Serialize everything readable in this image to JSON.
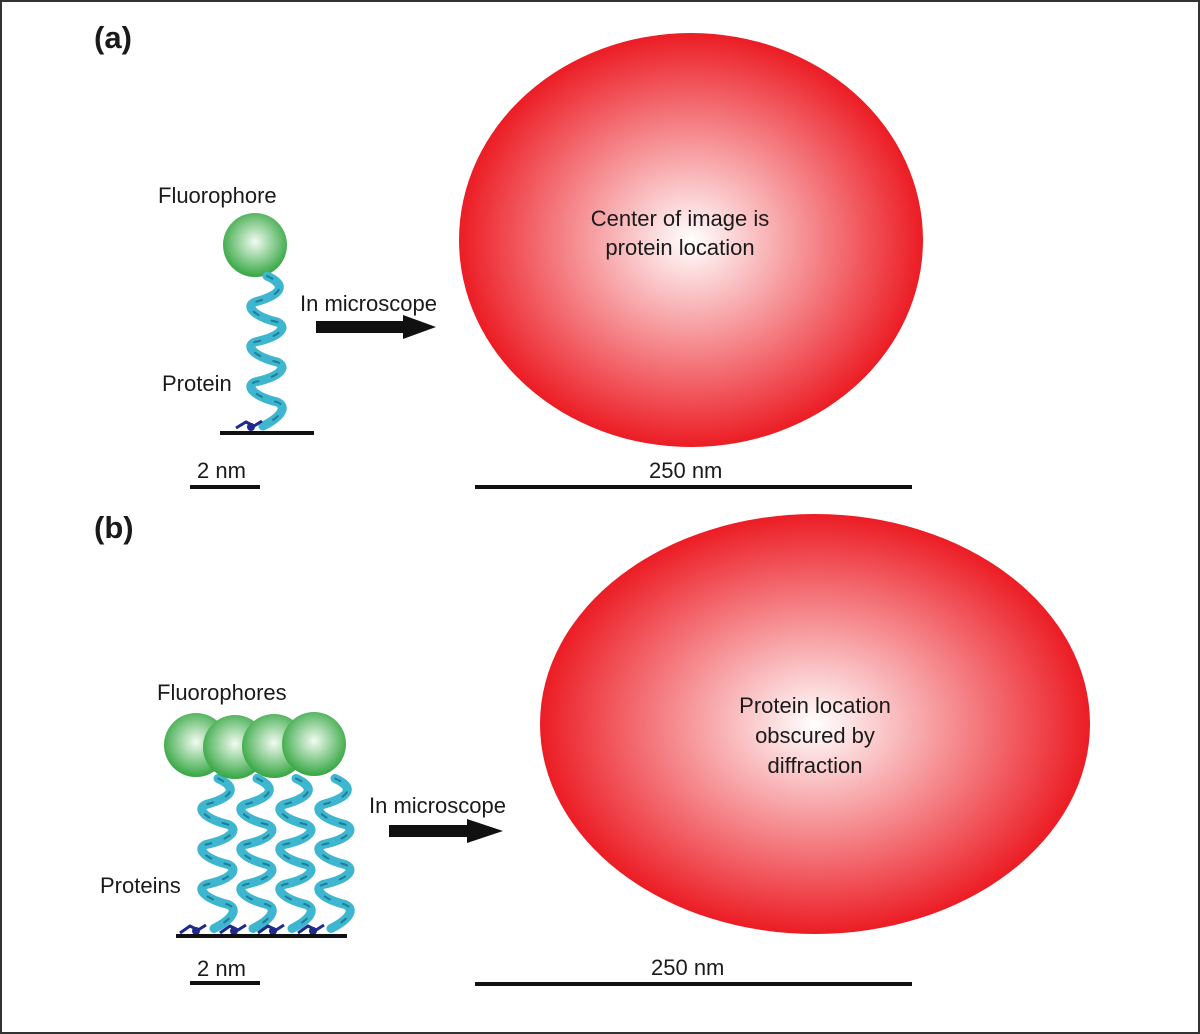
{
  "panel_a": {
    "label": "(a)",
    "fluorophore_label": "Fluorophore",
    "protein_label": "Protein",
    "arrow_label": "In microscope",
    "center_text": [
      "Center of image is",
      "protein location"
    ],
    "scale_small": "2 nm",
    "scale_large": "250 nm"
  },
  "panel_b": {
    "label": "(b)",
    "fluorophore_label": "Fluorophores",
    "protein_label": "Proteins",
    "arrow_label": "In microscope",
    "center_text": [
      "Protein location",
      "obscured by",
      "diffraction"
    ],
    "scale_small": "2 nm",
    "scale_large": "250 nm"
  },
  "colors": {
    "spot_edge": "#ec1c24",
    "spot_center": "#ffffff",
    "fluorophore_edge": "#3aa844",
    "fluorophore_center": "#e6f7e6",
    "helix": "#3fb6cf",
    "anchor": "#1e2a8c",
    "line": "#111111"
  }
}
